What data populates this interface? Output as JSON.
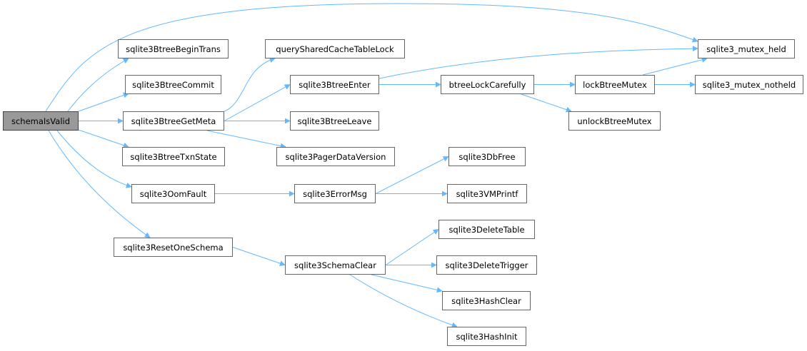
{
  "graph": {
    "edge_color": "#63b8ff",
    "root_fill": "#999999",
    "node_fill": "#ffffff",
    "node_border": "#666666",
    "nodes": {
      "schemaIsValid": "schemaIsValid",
      "btreeBeginTrans": "sqlite3BtreeBeginTrans",
      "btreeCommit": "sqlite3BtreeCommit",
      "btreeGetMeta": "sqlite3BtreeGetMeta",
      "btreeTxnState": "sqlite3BtreeTxnState",
      "oomFault": "sqlite3OomFault",
      "resetOneSchema": "sqlite3ResetOneSchema",
      "querySharedCacheTableLock": "querySharedCacheTableLock",
      "btreeEnter": "sqlite3BtreeEnter",
      "btreeLeave": "sqlite3BtreeLeave",
      "pagerDataVersion": "sqlite3PagerDataVersion",
      "errorMsg": "sqlite3ErrorMsg",
      "schemaClear": "sqlite3SchemaClear",
      "btreeLockCarefully": "btreeLockCarefully",
      "dbFree": "sqlite3DbFree",
      "vmprintf": "sqlite3VMPrintf",
      "deleteTable": "sqlite3DeleteTable",
      "deleteTrigger": "sqlite3DeleteTrigger",
      "hashClear": "sqlite3HashClear",
      "hashInit": "sqlite3HashInit",
      "lockBtreeMutex": "lockBtreeMutex",
      "unlockBtreeMutex": "unlockBtreeMutex",
      "mutexHeld": "sqlite3_mutex_held",
      "mutexNotheld": "sqlite3_mutex_notheld"
    },
    "edges": [
      [
        "schemaIsValid",
        "mutexHeld"
      ],
      [
        "schemaIsValid",
        "btreeBeginTrans"
      ],
      [
        "schemaIsValid",
        "btreeCommit"
      ],
      [
        "schemaIsValid",
        "btreeGetMeta"
      ],
      [
        "schemaIsValid",
        "btreeTxnState"
      ],
      [
        "schemaIsValid",
        "oomFault"
      ],
      [
        "schemaIsValid",
        "resetOneSchema"
      ],
      [
        "btreeGetMeta",
        "querySharedCacheTableLock"
      ],
      [
        "btreeGetMeta",
        "btreeEnter"
      ],
      [
        "btreeGetMeta",
        "btreeLeave"
      ],
      [
        "btreeGetMeta",
        "pagerDataVersion"
      ],
      [
        "btreeEnter",
        "mutexHeld"
      ],
      [
        "btreeEnter",
        "btreeLockCarefully"
      ],
      [
        "btreeLockCarefully",
        "lockBtreeMutex"
      ],
      [
        "btreeLockCarefully",
        "unlockBtreeMutex"
      ],
      [
        "lockBtreeMutex",
        "mutexHeld"
      ],
      [
        "lockBtreeMutex",
        "mutexNotheld"
      ],
      [
        "oomFault",
        "errorMsg"
      ],
      [
        "errorMsg",
        "dbFree"
      ],
      [
        "errorMsg",
        "vmprintf"
      ],
      [
        "resetOneSchema",
        "schemaClear"
      ],
      [
        "schemaClear",
        "deleteTable"
      ],
      [
        "schemaClear",
        "deleteTrigger"
      ],
      [
        "schemaClear",
        "hashClear"
      ],
      [
        "schemaClear",
        "hashInit"
      ]
    ]
  }
}
